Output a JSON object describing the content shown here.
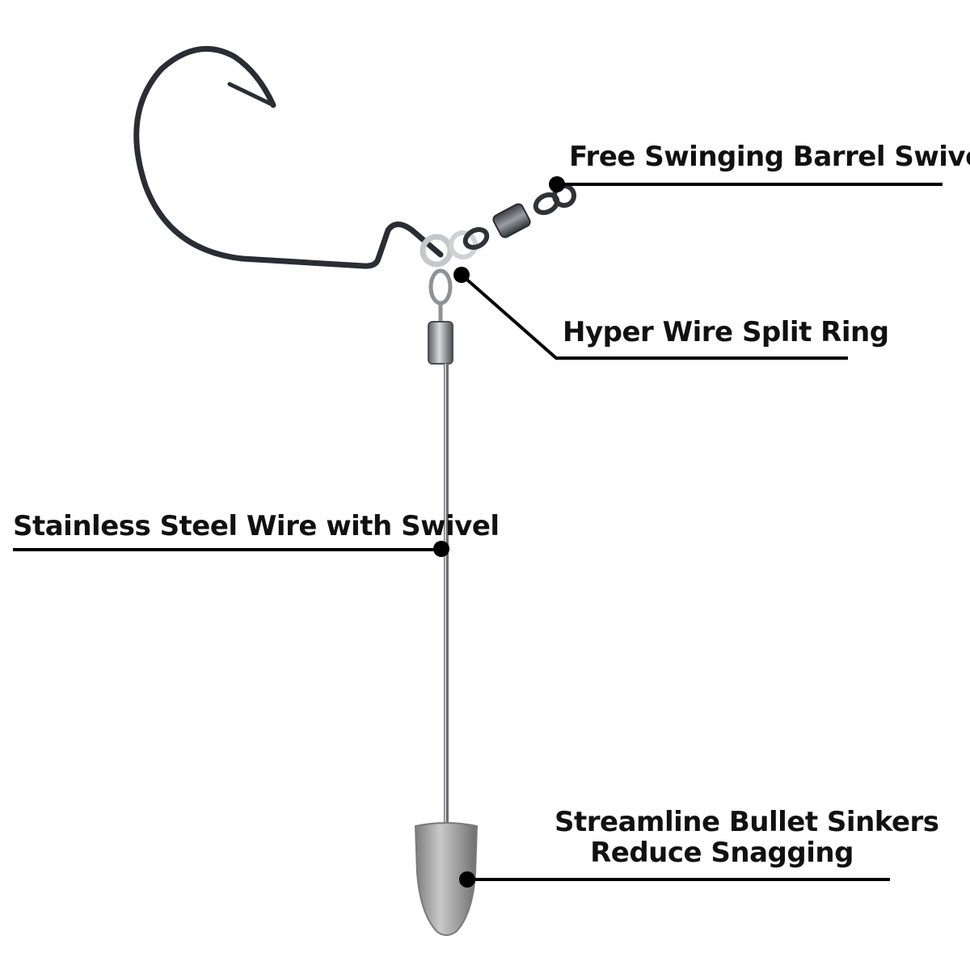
{
  "labels": {
    "barrel_swivel": "Free Swinging Barrel Swivel",
    "split_ring": "Hyper Wire Split Ring",
    "steel_wire": "Stainless Steel Wire with Swivel",
    "sinker_line1": "Streamline Bullet Sinkers",
    "sinker_line2": "Reduce Snagging"
  },
  "colors": {
    "background": "#ffffff",
    "text": "#111111",
    "leader_line": "#000000",
    "hook": "#2a2d33",
    "metal": "#8a8d92",
    "lead": "#9a9a9a"
  }
}
